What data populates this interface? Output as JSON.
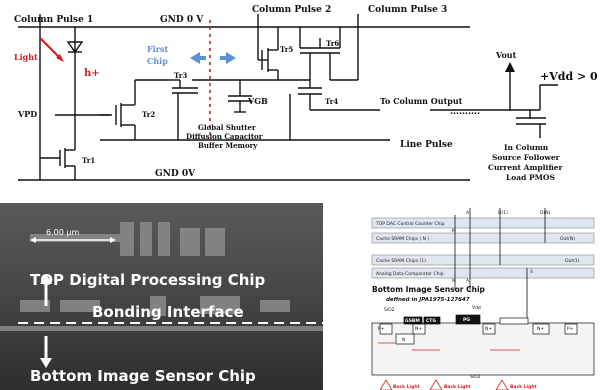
{
  "circuit": {
    "column_pulse_1": "Column Pulse 1",
    "column_pulse_2": "Column Pulse 2",
    "column_pulse_3": "Column Pulse 3",
    "gnd_top": "GND   0 V",
    "gnd_bottom": "GND   0V",
    "light": "Light",
    "h_plus": "h+",
    "vpd": "VPD",
    "first_chip": "First Chip",
    "tr1": "Tr1",
    "tr2": "Tr2",
    "tr3": "Tr3",
    "tr4": "Tr4",
    "tr5": "Tr5",
    "tr6": "Tr6",
    "vgb": "VGB",
    "global_shutter": [
      "Global Shutter",
      "Diffusion Capacitor",
      "Buffer Memory"
    ],
    "to_column_output": "To Column Output",
    "dots": "……….",
    "line_pulse": "Line Pulse",
    "vout": "Vout",
    "vdd": "+Vdd > 0",
    "in_column": [
      "In Column",
      "Source Follower",
      "Current Amplifier",
      "Load PMOS"
    ]
  },
  "photo": {
    "scale": "6.00 µm",
    "top_chip": "TOP Digital Processing Chip",
    "bonding": "Bonding Interface",
    "bottom_chip": "Bottom Image Sensor  Chip"
  },
  "stack": {
    "layers": [
      "TOP DAC Control Counter Chip",
      "Cache SRAM Chips ( N )",
      "Cache SRAM Chips (1)",
      "Analog Data Comparator Chip"
    ],
    "d1": "D(1)",
    "dn": "D(N)",
    "out_n": "Out(N)",
    "out_1": "Out(1)",
    "title": "Bottom Image Sensor Chip",
    "subtitle": "defined in JPA1975-127647",
    "vdd": "Vdd",
    "sio2": "SiO2",
    "gsbm": "GSBM",
    "ctg": "CTG",
    "pg": "PG",
    "back_light": "Back Light",
    "m": "M",
    "a": "A",
    "s": "S"
  }
}
